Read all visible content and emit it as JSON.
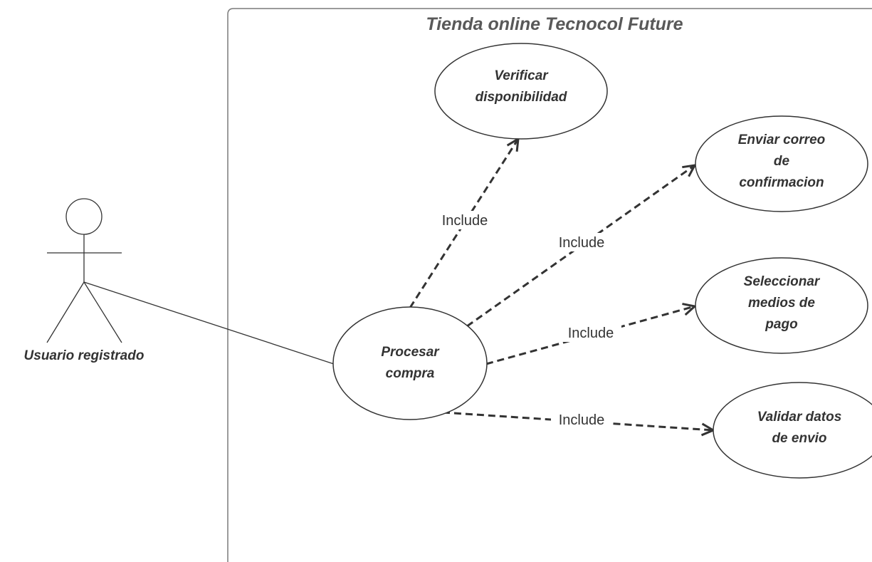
{
  "system": {
    "title": "Tienda online Tecnocol Future"
  },
  "actor": {
    "label": "Usuario registrado"
  },
  "use_cases": {
    "procesar": [
      "Procesar",
      "compra"
    ],
    "verificar": [
      "Verificar",
      "disponibilidad"
    ],
    "enviar": [
      "Enviar correo",
      "de",
      "confirmacion"
    ],
    "seleccionar": [
      "Seleccionar",
      "medios de",
      "pago"
    ],
    "validar": [
      "Validar datos",
      "de envio"
    ]
  },
  "relations": {
    "include_label": "Include"
  },
  "colors": {
    "line": "#333333",
    "border": "#595959",
    "background": "#ffffff"
  }
}
